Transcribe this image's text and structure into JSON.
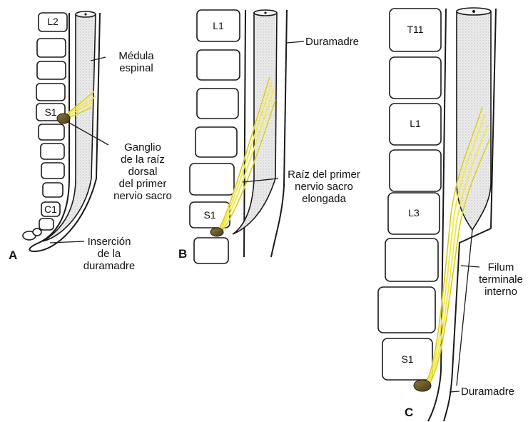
{
  "panels": {
    "a": {
      "letter": "A",
      "vertebrae": [
        "L2",
        "S1",
        "C1"
      ],
      "labels": {
        "spinal_cord": "Médula\nespinal",
        "ganglion": "Ganglio\nde la raíz\ndorsal\ndel primer\nnervio sacro",
        "dura_insertion": "Inserción\nde la\nduramadre"
      }
    },
    "b": {
      "letter": "B",
      "vertebrae": [
        "L1",
        "S1"
      ],
      "labels": {
        "dura": "Duramadre",
        "elongated_root": "Raíz del primer\nnervio sacro\nelongada"
      }
    },
    "c": {
      "letter": "C",
      "vertebrae": [
        "T11",
        "L1",
        "L3",
        "S1"
      ],
      "labels": {
        "filum": "Filum\nterminale\ninterno",
        "dura": "Duramadre"
      }
    }
  },
  "colors": {
    "ink": "#1a1a1a",
    "nerve": "#f3e84a",
    "ganglion": "#6b5a2a",
    "cord_shade": "#d8d8d8"
  }
}
